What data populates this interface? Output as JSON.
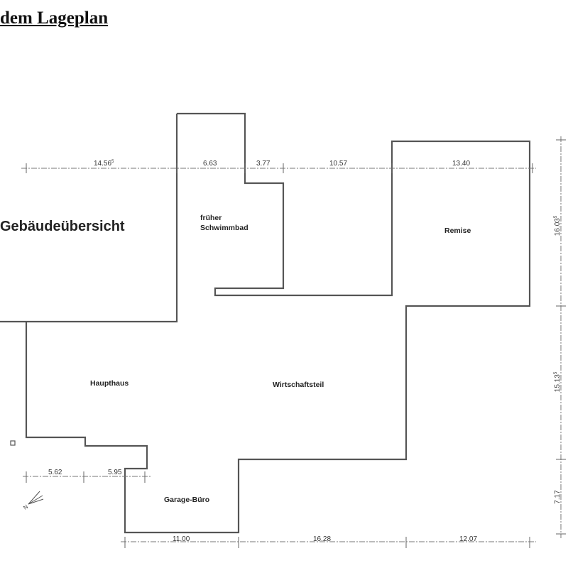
{
  "title": "dem Lageplan",
  "plan": {
    "heading": "Gebäudeübersicht",
    "rooms": {
      "schwimmbad_line1": "früher",
      "schwimmbad_line2": "Schwimmbad",
      "remise": "Remise",
      "haupthaus": "Haupthaus",
      "wirtschaftsteil": "Wirtschaftsteil",
      "garage": "Garage-Büro"
    },
    "dimensions": {
      "top": [
        {
          "value": "14.56",
          "sup": "5"
        },
        {
          "value": "6.63",
          "sup": ""
        },
        {
          "value": "3.77",
          "sup": ""
        },
        {
          "value": "10.57",
          "sup": ""
        },
        {
          "value": "13.40",
          "sup": ""
        }
      ],
      "bottom": [
        "11.00",
        "16.28",
        "12.07"
      ],
      "left_bottom": [
        "5.62",
        "5.95"
      ],
      "right": [
        {
          "value": "16.03",
          "sup": "5"
        },
        {
          "value": "15.13",
          "sup": "5"
        },
        {
          "value": "7.17",
          "sup": ""
        }
      ]
    },
    "north_label": "N"
  }
}
